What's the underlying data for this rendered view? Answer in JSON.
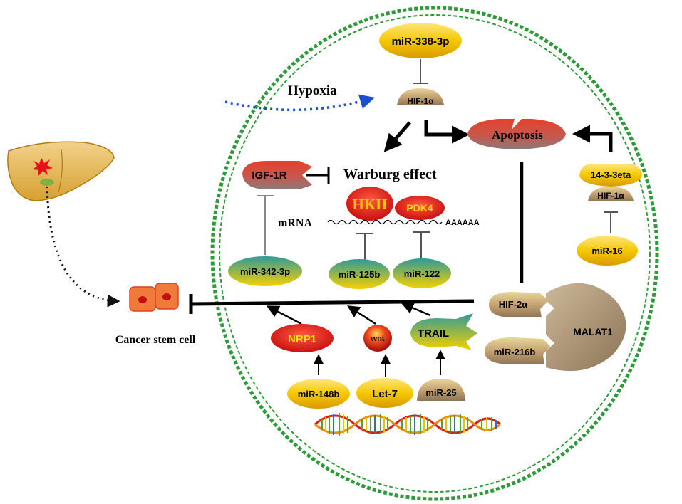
{
  "labels": {
    "mir_338_3p": "miR-338-3p",
    "hypoxia": "Hypoxia",
    "hif1a_top": "HIF-1α",
    "apoptosis": "Apoptosis",
    "igf1r": "IGF-1R",
    "warburg": "Warburg effect",
    "hkii": "HKII",
    "pdk4": "PDK4",
    "mrna": "mRNA",
    "polya": "AAAAAA",
    "mir_342_3p": "miR-342-3p",
    "mir_125b": "miR-125b",
    "mir_122": "miR-122",
    "eta_14_3_3": "14-3-3eta",
    "hif1a_right": "HIF-1α",
    "mir_16": "miR-16",
    "hif2a": "HIF-2α",
    "mir_216b": "miR-216b",
    "malat1": "MALAT1",
    "cancer_stem_cell": "Cancer stem cell",
    "nrp1": "NRP1",
    "wnt": "wnt",
    "trail": "TRAIL",
    "mir_148b": "miR-148b",
    "let7": "Let-7",
    "mir_25": "miR-25"
  },
  "colors": {
    "circle_border": "#2e9a3a",
    "yellow_node": "#f3c300",
    "red_node": "#e0201c",
    "teal_node": "#3a9aa0",
    "tan_node": "#b59a72",
    "malat1": "#a99170",
    "hypoxia_arrow": "#1a4fd0"
  }
}
